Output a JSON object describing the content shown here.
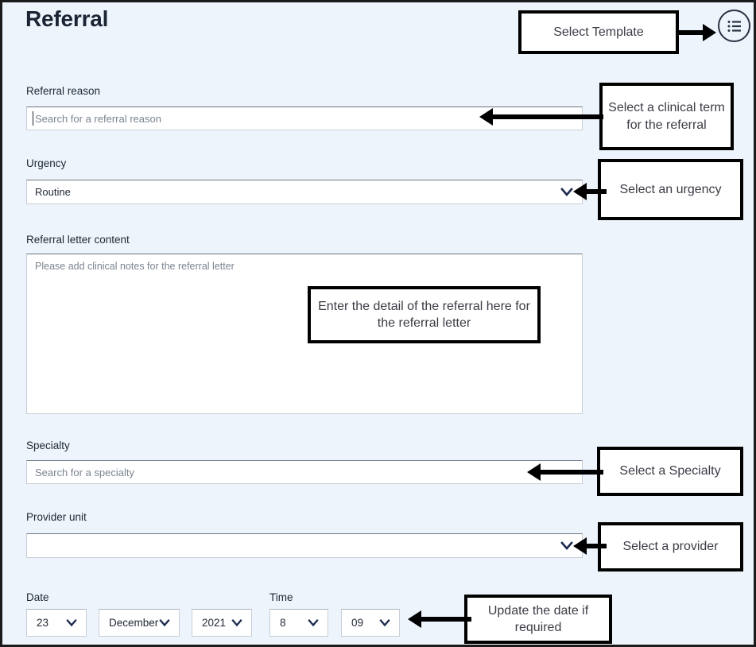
{
  "header": {
    "title": "Referral",
    "template_button_icon": "list-icon"
  },
  "fields": {
    "referral_reason": {
      "label": "Referral reason",
      "placeholder": "Search for a referral reason",
      "value": ""
    },
    "urgency": {
      "label": "Urgency",
      "value": "Routine",
      "chevron_icon": "chevron-down-icon"
    },
    "referral_letter_content": {
      "label": "Referral letter content",
      "placeholder": "Please add clinical notes for the referral letter",
      "value": ""
    },
    "specialty": {
      "label": "Specialty",
      "placeholder": "Search for a specialty",
      "value": ""
    },
    "provider_unit": {
      "label": "Provider unit",
      "value": "",
      "chevron_icon": "chevron-down-icon"
    },
    "date": {
      "label": "Date",
      "day": "23",
      "month": "December",
      "year": "2021"
    },
    "time": {
      "label": "Time",
      "hour": "8",
      "minute": "09"
    }
  },
  "annotations": {
    "select_template": "Select Template",
    "clinical_term": "Select a clinical term for the referral",
    "urgency": "Select an urgency",
    "letter_detail": "Enter the detail of the referral here for the referral letter",
    "specialty": "Select a Specialty",
    "provider": "Select a provider",
    "update_date": "Update the date if required"
  },
  "colors": {
    "background": "#edf4fc",
    "page_border": "#1b1b1b",
    "title": "#1b2433",
    "input_background": "#ffffff",
    "input_border": "#c7ced6",
    "placeholder": "#7b8490",
    "annotation_border": "#000000",
    "annotation_text": "#3b3b46"
  }
}
